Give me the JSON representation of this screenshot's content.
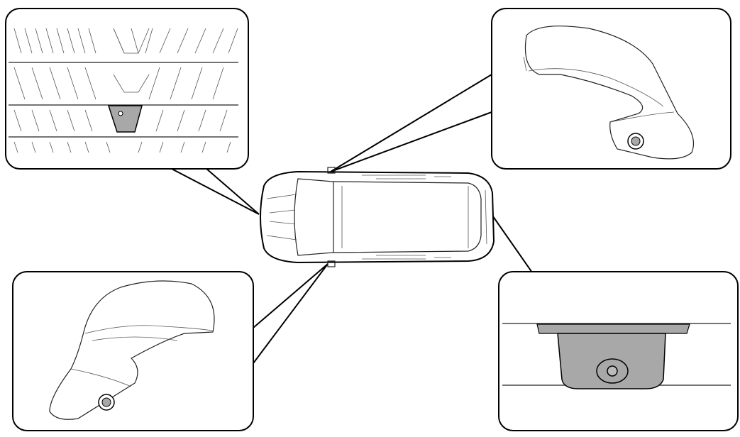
{
  "diagram": {
    "subject": "camera-locations",
    "colors": {
      "stroke": "#000000",
      "camera_fill": "#a8a8a8",
      "background": "#ffffff"
    },
    "callouts": [
      {
        "id": "front-camera"
      },
      {
        "id": "right-mirror-camera"
      },
      {
        "id": "left-mirror-camera"
      },
      {
        "id": "rear-camera"
      }
    ]
  }
}
